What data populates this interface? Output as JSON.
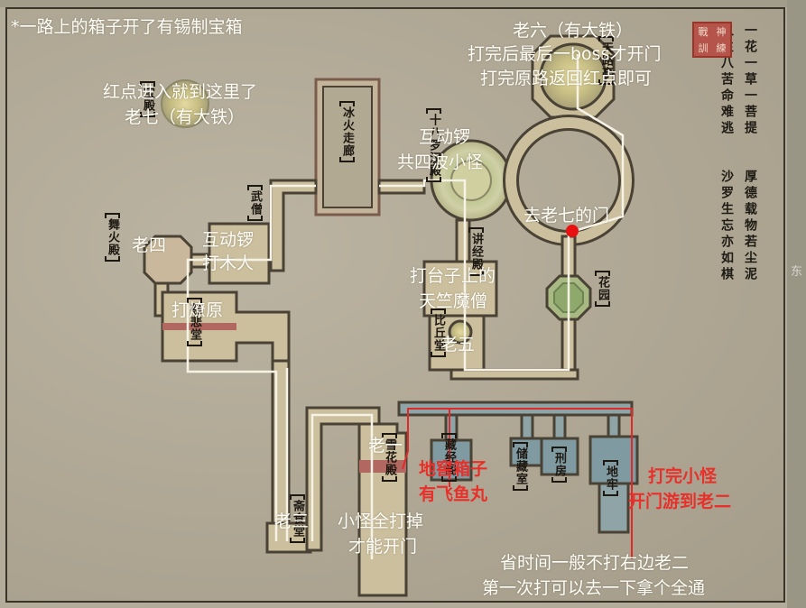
{
  "map": {
    "title_strip_orange": "",
    "rooms": [
      {
        "id": "bingshi_zoulang",
        "label": "冰火走廊"
      },
      {
        "id": "shisiluohan_dian",
        "label": "十八罗汉殿"
      },
      {
        "id": "wuseng",
        "label": "武僧"
      },
      {
        "id": "wuhuo_dian",
        "label": "舞火殿"
      },
      {
        "id": "cihui_tang",
        "label": "慈悲堂"
      },
      {
        "id": "jiangjing_dian",
        "label": "讲经殿"
      },
      {
        "id": "biqiu_tang",
        "label": "比丘堂"
      },
      {
        "id": "huayuan",
        "label": "花园"
      },
      {
        "id": "zhaishi_tang",
        "label": "斋食堂"
      },
      {
        "id": "cangjing",
        "label": "藏经阁"
      },
      {
        "id": "chucang_shi",
        "label": "储藏室"
      },
      {
        "id": "xing_fang",
        "label": "刑房"
      },
      {
        "id": "di_lao",
        "label": "地牢"
      },
      {
        "id": "tianlu_ting",
        "label": "天路亭"
      },
      {
        "id": "xuehe_dian",
        "label": "雪花殿"
      },
      {
        "id": "baoshi_dian",
        "label": "宝殿"
      }
    ],
    "poem": {
      "col1": "一花一草一菩提",
      "col2": "人生八苦命难逃",
      "col3": "厚德载物若尘泥",
      "col4": "沙罗生忘亦如棋"
    },
    "seal": [
      "戰",
      "神",
      "訓",
      "練"
    ],
    "edge_char": "东"
  },
  "annotations": {
    "chest_note": "*一路上的箱子开了有锡制宝箱",
    "laoliu_1": "老六（有大铁）",
    "laoliu_2": "打完后最后一boss才开门",
    "laoliu_3": "打完原路返回红点即可",
    "laoqi_1": "红点进入就到这里了",
    "laoqi_2": "老七（有大铁）",
    "gong_1": "互动锣",
    "gong_2": "共四波小怪",
    "door_laoqi": "去老七的门",
    "laosi": "老四",
    "wooden_1": "互动锣",
    "wooden_2": "打木人",
    "liaoyuan": "打燎原",
    "tianzhu_1": "打台子上的",
    "tianzhu_2": "天竺魔僧",
    "laowu": "老五",
    "laoyi": "老一",
    "laosan": "老三",
    "xiaoguai_1": "小怪全打掉",
    "xiaoguai_2": "才能开门",
    "cellar_1": "地窖箱子",
    "cellar_2": "有飞鱼丸",
    "swim_1": "打完小怪",
    "swim_2": "开门游到老二",
    "skip_1": "省时间一般不打右边老二",
    "skip_2": "第一次打可以去一下拿个全通"
  },
  "colors": {
    "route_white": "#f6f2e6",
    "route_red": "#e02a2a",
    "red_dot": "#e81010",
    "wall_dark": "#4a4234",
    "floor": "#cfc2a0",
    "water_room": "#8fa6a8",
    "green_room": "#a9b983"
  }
}
